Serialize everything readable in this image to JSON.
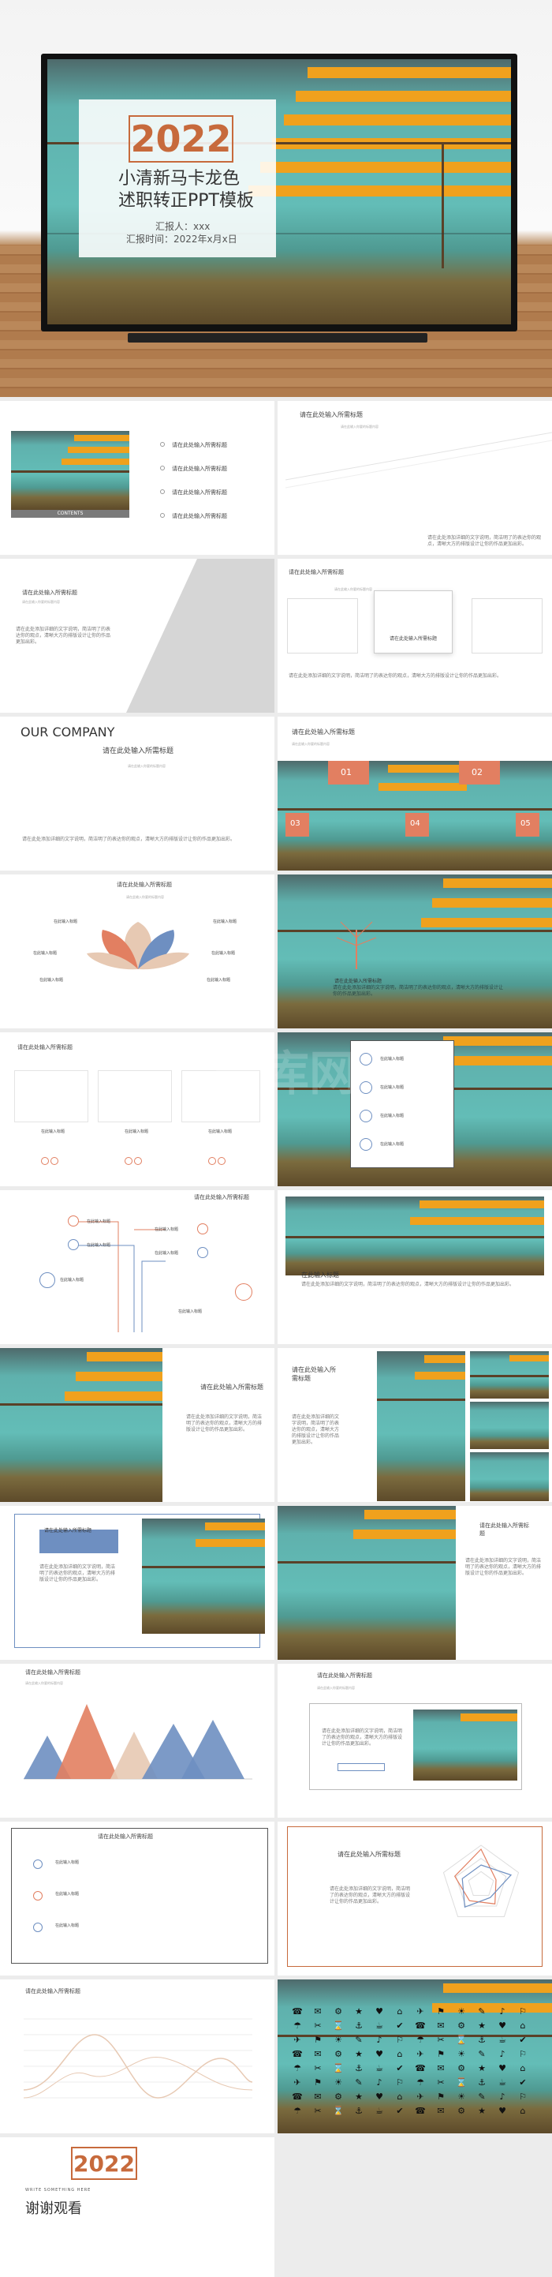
{
  "cover": {
    "year": "2022",
    "title_line1": "小清新马卡龙色",
    "title_line2": "述职转正PPT模板",
    "reporter": "汇报人：xxx",
    "date": "汇报时间：2022年x月x日"
  },
  "contents": {
    "badge": "CONTENTS",
    "items": [
      "请在此处输入所需标题",
      "请在此处输入所需标题",
      "请在此处输入所需标题",
      "请在此处输入所需标题"
    ]
  },
  "common": {
    "heading": "请在此处输入所需标题",
    "sub": "请在此输入你要的标题内容",
    "cap": "在此输入标题",
    "para": "请在此处添加详细的文字说明，简洁明了的表达你的观点，清晰大方的排版设计让你的作品更加出彩。"
  },
  "company": {
    "title": "OUR COMPANY"
  },
  "nums": [
    "01",
    "02",
    "03",
    "04",
    "05"
  ],
  "ending": {
    "year": "2022",
    "eng": "WRITE SOMETHING HERE",
    "thanks": "谢谢观看"
  },
  "colors": {
    "orange": "#e27f61",
    "blue": "#6e8fc1",
    "teal": "#63bdb7",
    "yellow": "#f0a11d",
    "peach": "#e7c9b3",
    "frame": "#c76a3c"
  },
  "chart_area": {
    "series": [
      {
        "color": "#6e8fc1"
      },
      {
        "color": "#e27f61"
      },
      {
        "color": "#e7c9b3"
      },
      {
        "color": "#6e8fc1"
      }
    ]
  },
  "chart_radar": {
    "series": [
      {
        "color": "#e27f61"
      },
      {
        "color": "#6e8fc1"
      }
    ]
  }
}
